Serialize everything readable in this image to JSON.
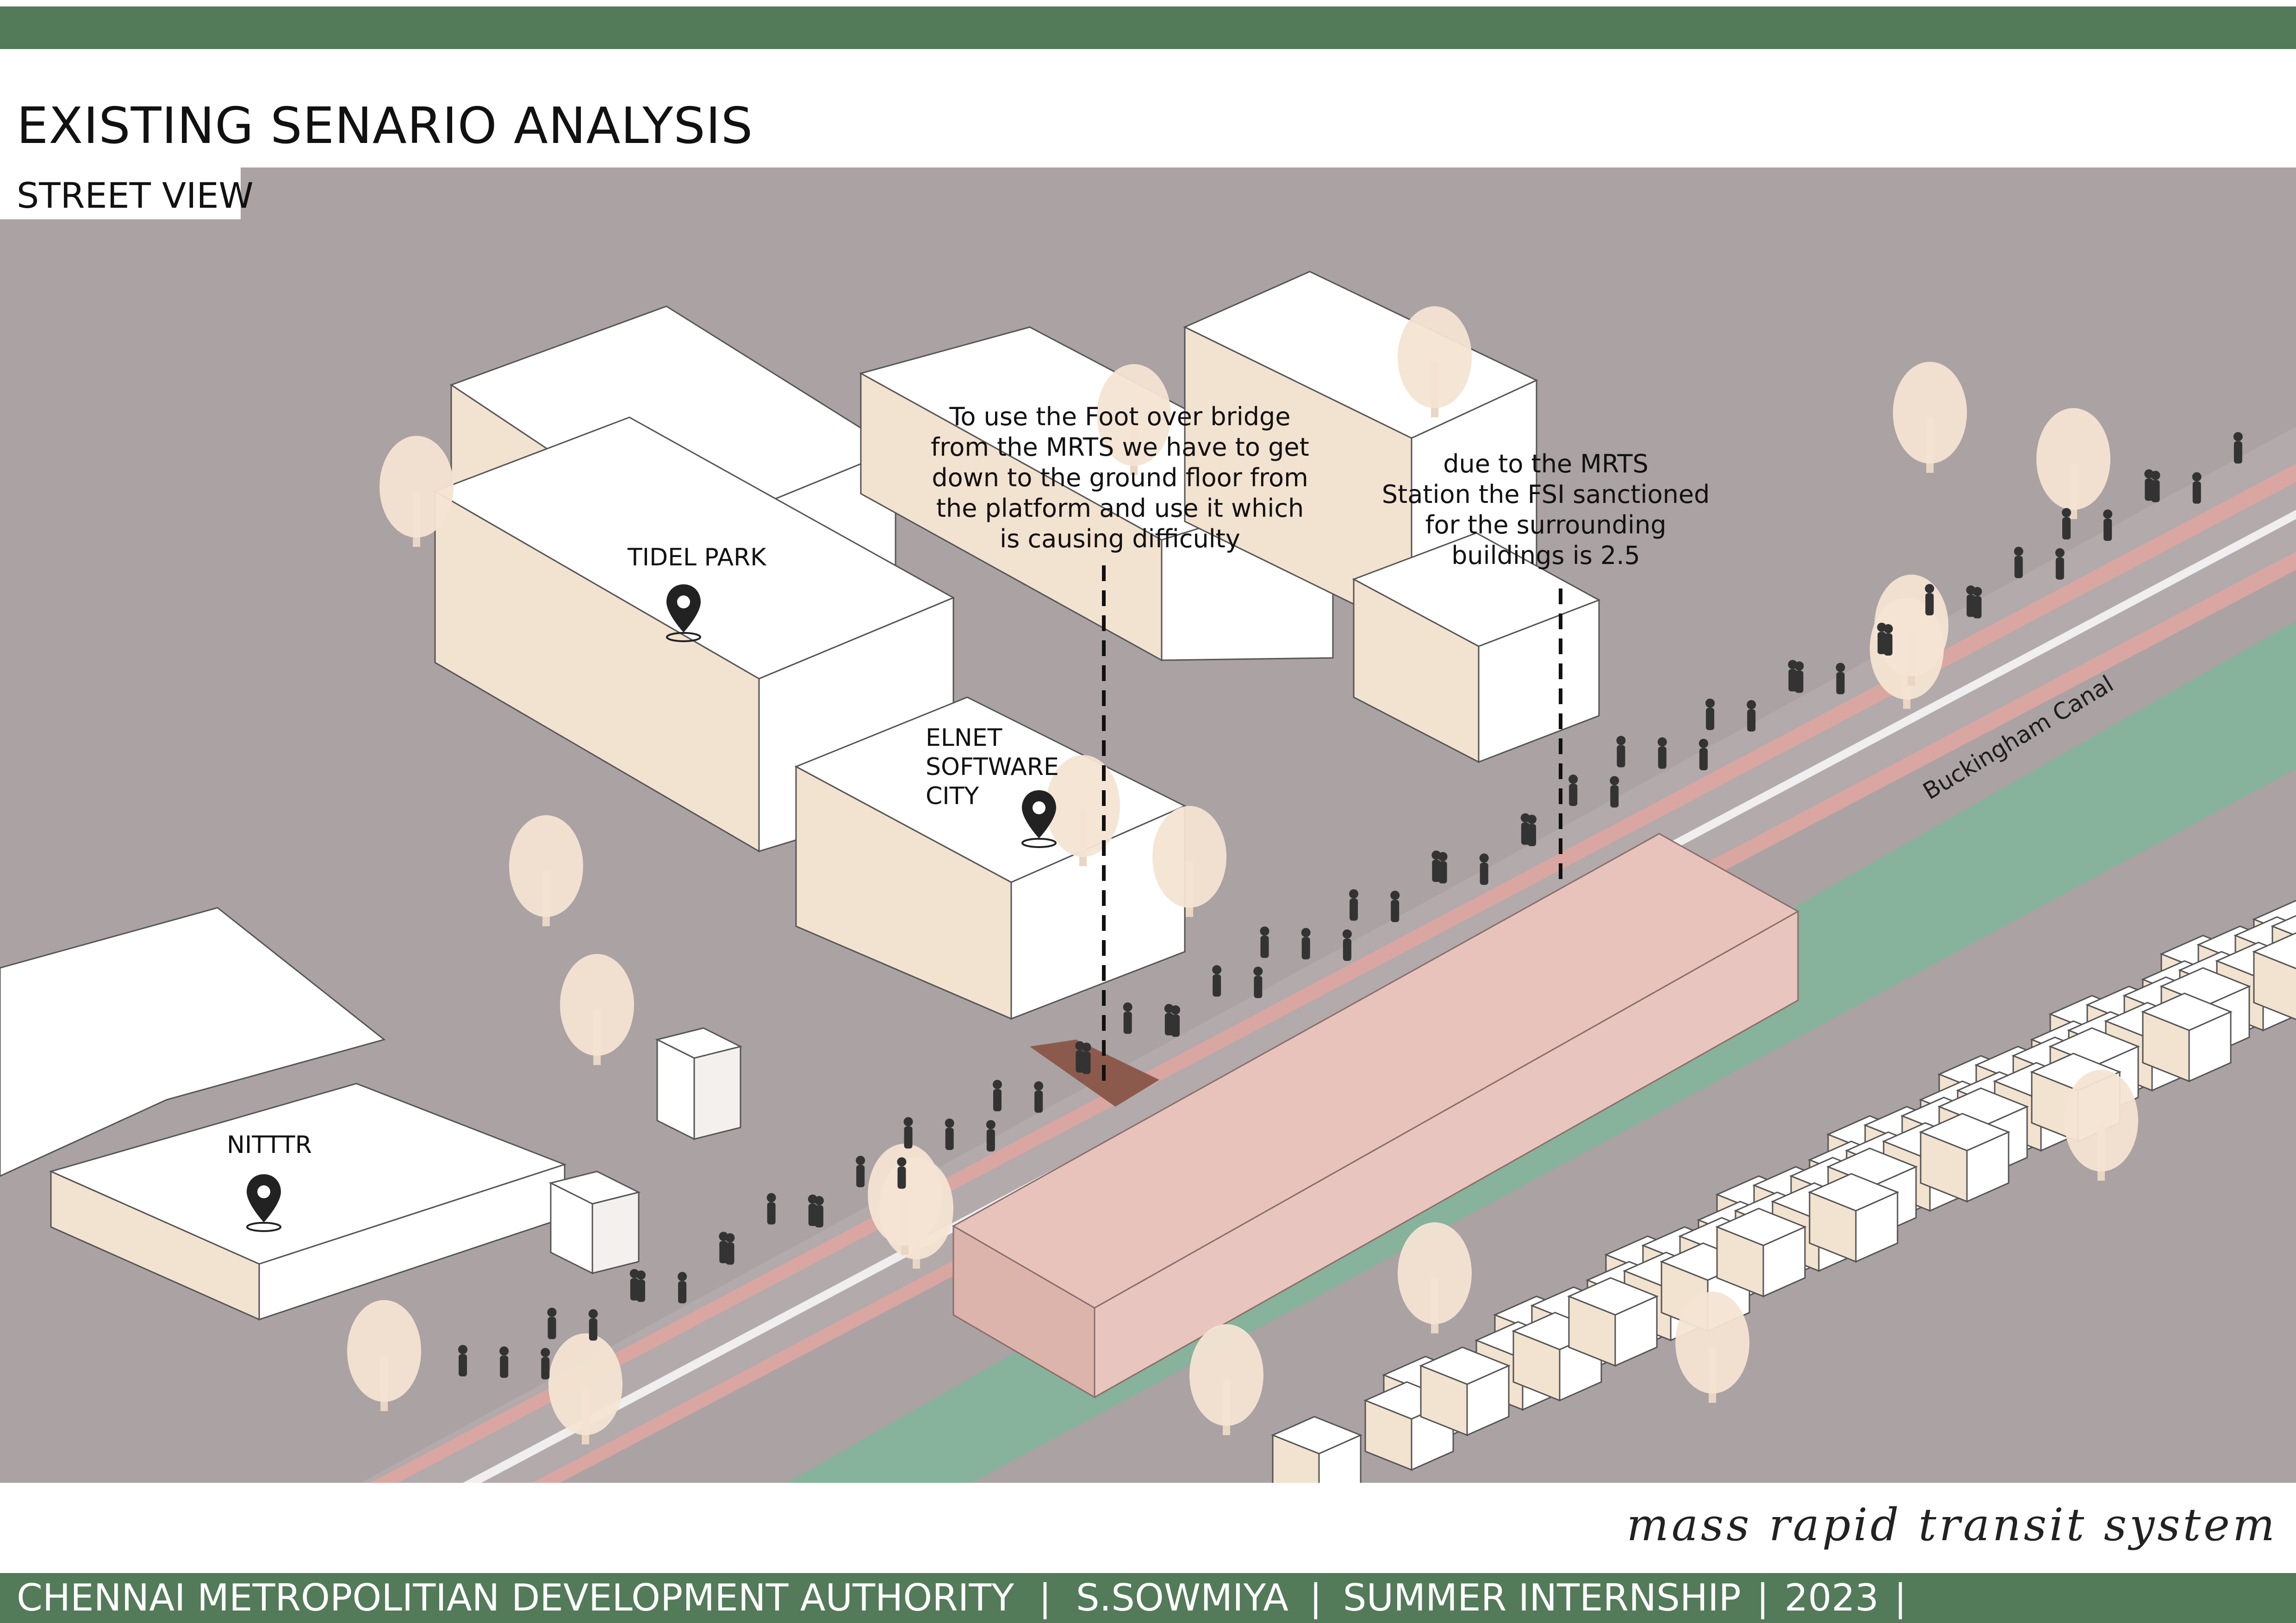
{
  "header": {
    "title": "EXISTING SENARIO ANALYSIS",
    "subtitle": "STREET VIEW"
  },
  "labels": {
    "tidel_park": "TIDEL PARK",
    "elnet_line1": "ELNET",
    "elnet_line2": "SOFTWARE",
    "elnet_line3": "CITY",
    "nitttr": "NITTTR",
    "canal": "Buckingham Canal"
  },
  "annotations": {
    "foot_over_bridge": [
      "To use the Foot over bridge",
      "from the MRTS we have to get",
      "down to the ground floor from",
      "the platform and use it which",
      "is causing difficulty"
    ],
    "fsi": [
      "due to the MRTS",
      "Station the FSI sanctioned",
      "for the surrounding",
      "buildings  is 2.5"
    ]
  },
  "signature": "mass rapid transit system",
  "footer": {
    "org": "CHENNAI METROPOLITIAN DEVELOPMENT AUTHORITY",
    "author": "S.SOWMIYA",
    "program": "SUMMER INTERNSHIP",
    "year": "2023",
    "separator": "|"
  },
  "icons": [
    "location-pin-icon"
  ],
  "colors": {
    "band": "#537a59",
    "ground": "#aba2a4",
    "building_top": "#ffffff",
    "building_side": "#f2e2d0",
    "station": "#e7c3bc",
    "bike_lane": "#d9a6a2",
    "canal": "#87b29b",
    "bridge": "#8c5a4c",
    "tree": "#f4e4d3"
  }
}
